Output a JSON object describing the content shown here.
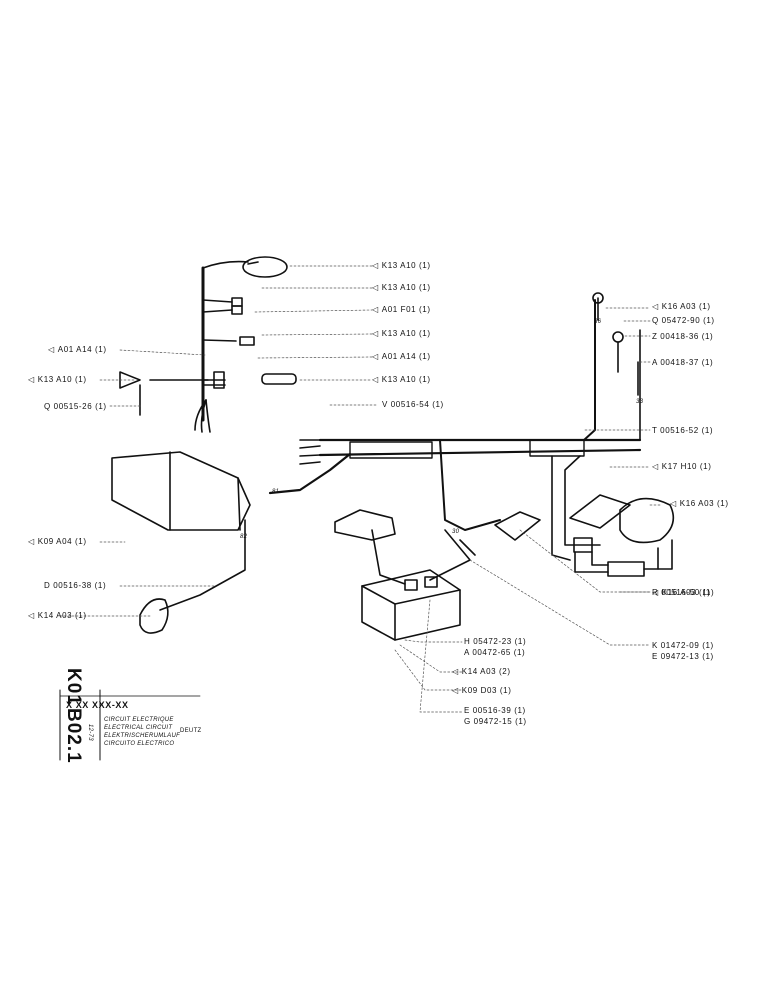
{
  "refs_left": {
    "a01_a14": "A01  A14  (1)",
    "k13_a10": "K13  A10  (1)",
    "q00515_26": "Q 00515-26 (1)",
    "k09_a04": "K09  A04  (1)",
    "d00516_38": "D 00516-38 (1)",
    "k14_a03": "K14  A03  (1)"
  },
  "refs_center": {
    "k13_a10_1": "K13  A10  (1)",
    "k13_a10_2": "K13  A10  (1)",
    "a01_f01": "A01  F01  (1)",
    "k13_a10_3": "K13  A10  (1)",
    "a01_a14": "A01  A14  (1)",
    "k13_a10_4": "K13  A10  (1)",
    "v00516_54": "V 00516-54 (1)"
  },
  "refs_right": {
    "k16_a03_top": "K16  A03  (1)",
    "q05472_90": "Q 05472-90 (1)",
    "z00418_36": "Z 00418-36 (1)",
    "a00418_37": "A 00418-37 (1)",
    "t00516_52": "T 00516-52 (1)",
    "k17_h10": "K17  H10  (1)",
    "k16_a03_mid": "K16  A03  (1)",
    "r00516_50": "R 00516-50 (1)",
    "k16_a03_low": "K16  A03  (1)",
    "k01472_09": "K 01472-09 (1)",
    "e09472_13": "E 09472-13 (1)"
  },
  "refs_bottom": {
    "h05472_23": "H 05472-23 (1)",
    "a00472_65": "A 00472-65 (1)",
    "k14_a03_2": "K14  A03 (2)",
    "k09_d03": "K09  D03 (1)",
    "e00516_39": "E 00516-39 (1)",
    "g09472_15": "G 09472-15 (1)"
  },
  "title_block": {
    "code_k01": "K01",
    "code_b02": "B02.1",
    "part_no": "X XX XXX-XX",
    "circuit_fr": "CIRCUIT ELECTRIQUE",
    "circuit_en": "ELECTRICAL CIRCUIT",
    "circuit_de": "ELEKTRISCHERUMLAUF",
    "circuit_es": "CIRCUITO ELECTRICO",
    "brand": "DEUTZ",
    "date": "12-73"
  },
  "wire_numbers": {
    "w36": "36",
    "w33": "33",
    "w81": "81",
    "w82": "82",
    "w30": "30"
  },
  "colors": {
    "ink": "#111111",
    "leader": "#555555",
    "paper": "#ffffff"
  },
  "icons": [
    "left-triangle-pointer-icon",
    "return-arrow-icon"
  ]
}
